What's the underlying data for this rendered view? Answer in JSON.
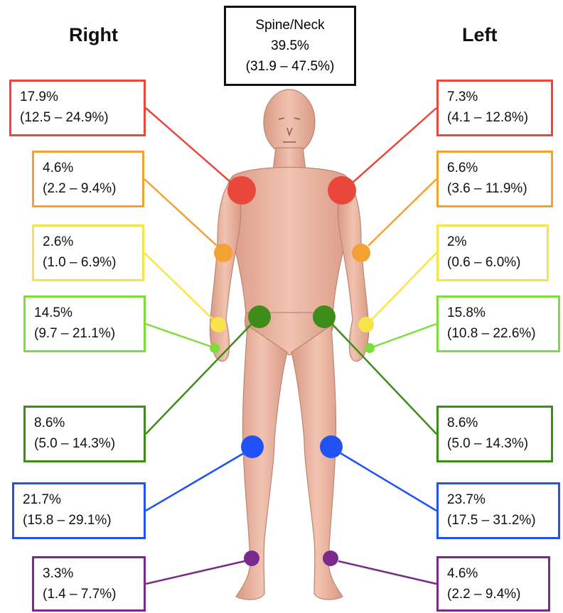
{
  "headings": {
    "right": "Right",
    "left": "Left"
  },
  "spine": {
    "title": "Spine/Neck",
    "pct": "39.5%",
    "ci": "(31.9 – 47.5%)"
  },
  "colors": {
    "shoulder": "#e8473a",
    "elbow": "#f4a133",
    "wrist": "#f7e44a",
    "hand": "#7ddc3e",
    "hip": "#3e8c1a",
    "knee": "#2052f5",
    "ankle": "#7a2a8c",
    "skin": "#eab59f"
  },
  "right": [
    {
      "joint": "shoulder",
      "pct": "17.9%",
      "ci": "(12.5 – 24.9%)"
    },
    {
      "joint": "elbow",
      "pct": "4.6%",
      "ci": "(2.2 – 9.4%)"
    },
    {
      "joint": "wrist",
      "pct": "2.6%",
      "ci": "(1.0 – 6.9%)"
    },
    {
      "joint": "hand",
      "pct": "14.5%",
      "ci": "(9.7 – 21.1%)"
    },
    {
      "joint": "hip",
      "pct": "8.6%",
      "ci": "(5.0 – 14.3%)"
    },
    {
      "joint": "knee",
      "pct": "21.7%",
      "ci": "(15.8 – 29.1%)"
    },
    {
      "joint": "ankle",
      "pct": "3.3%",
      "ci": "(1.4 – 7.7%)"
    }
  ],
  "left": [
    {
      "joint": "shoulder",
      "pct": "7.3%",
      "ci": "(4.1 – 12.8%)"
    },
    {
      "joint": "elbow",
      "pct": "6.6%",
      "ci": "(3.6 – 11.9%)"
    },
    {
      "joint": "wrist",
      "pct": "2%",
      "ci": "(0.6 – 6.0%)"
    },
    {
      "joint": "hand",
      "pct": "15.8%",
      "ci": "(10.8 – 22.6%)"
    },
    {
      "joint": "hip",
      "pct": "8.6%",
      "ci": "(5.0 – 14.3%)"
    },
    {
      "joint": "knee",
      "pct": "23.7%",
      "ci": "(17.5 – 31.2%)"
    },
    {
      "joint": "ankle",
      "pct": "4.6%",
      "ci": "(2.2 – 9.4%)"
    }
  ]
}
